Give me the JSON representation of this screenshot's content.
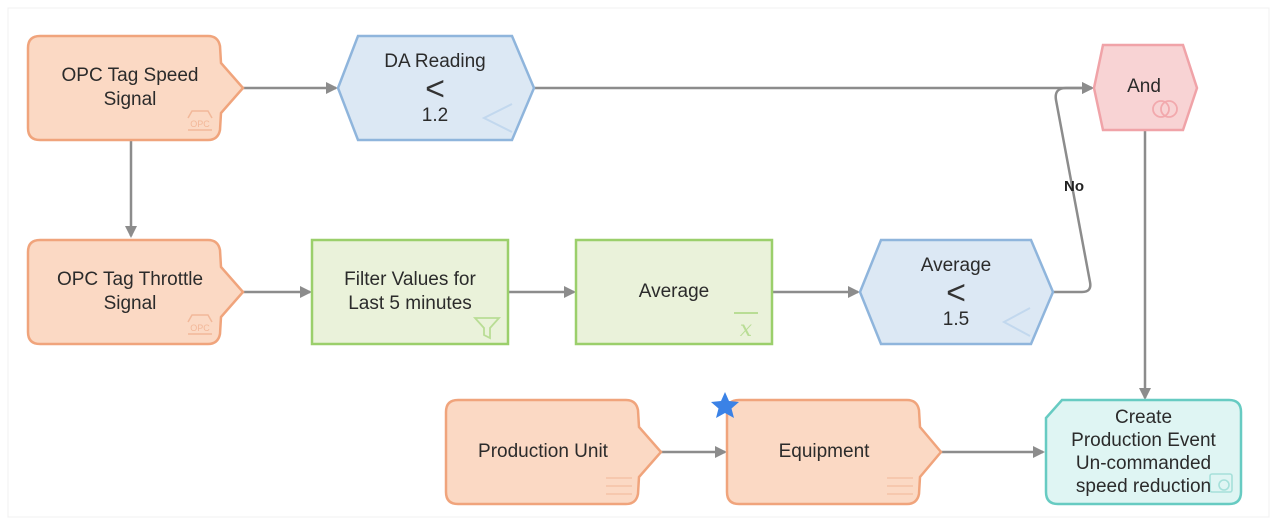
{
  "nodes": {
    "opc_speed": {
      "line1": "OPC Tag Speed",
      "line2": "Signal",
      "icon": "opc-icon",
      "icon_text": "OPC"
    },
    "da_reading": {
      "line1": "DA Reading",
      "op": "<",
      "value": "1.2",
      "icon": "less-than-icon"
    },
    "and": {
      "label": "And",
      "icon": "and-icon"
    },
    "opc_throttle": {
      "line1": "OPC Tag Throttle",
      "line2": "Signal",
      "icon": "opc-icon",
      "icon_text": "OPC"
    },
    "filter": {
      "line1": "Filter Values for",
      "line2": "Last 5 minutes",
      "icon": "filter-icon"
    },
    "average": {
      "label": "Average",
      "icon": "mean-x-bar-icon",
      "icon_text": "x"
    },
    "avg_compare": {
      "line1": "Average",
      "op": "<",
      "value": "1.5",
      "icon": "less-than-icon"
    },
    "production_unit": {
      "label": "Production Unit",
      "icon": "list-icon"
    },
    "equipment": {
      "label": "Equipment",
      "icon": "list-icon",
      "badge": "star-icon"
    },
    "create_event": {
      "line1": "Create",
      "line2": "Production Event",
      "line3": "Un-commanded",
      "line4": "speed reduction",
      "icon": "event-icon"
    }
  },
  "edges": {
    "no_label": "No"
  },
  "colors": {
    "orange_fill": "#fbd9c4",
    "orange_stroke": "#f0a47c",
    "blue_fill": "#dce8f4",
    "blue_stroke": "#8fb5dc",
    "green_fill": "#eaf2da",
    "green_stroke": "#9bcf6b",
    "red_fill": "#f8d3d4",
    "red_stroke": "#f0a3a8",
    "teal_fill": "#dff5f3",
    "teal_stroke": "#67cbc2",
    "edge": "#8c8c8c",
    "star": "#3b82e6"
  }
}
